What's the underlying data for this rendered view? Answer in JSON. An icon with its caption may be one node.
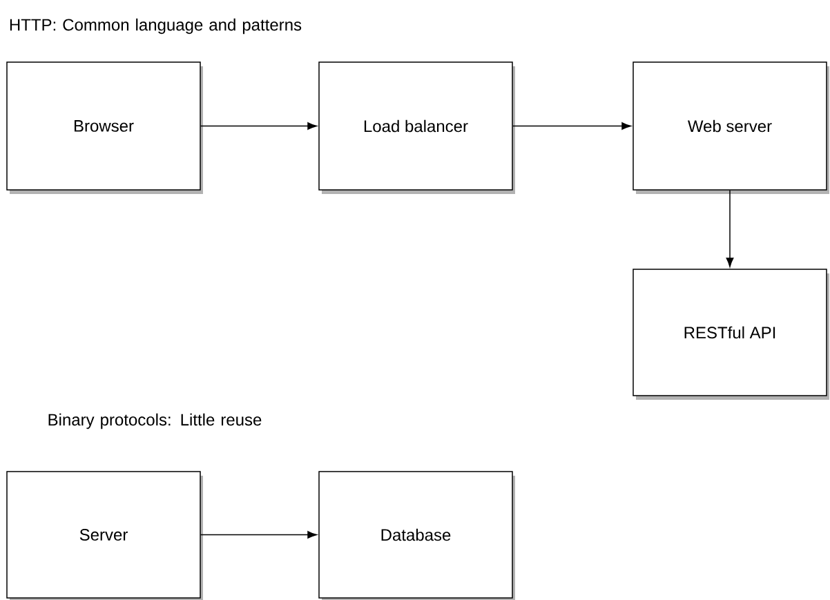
{
  "diagram": {
    "nodes": [
      {
        "text": [
          "Browser"
        ]
      },
      {
        "text": [
          "Load balancer"
        ]
      },
      {
        "text": [
          "Web server"
        ]
      },
      {
        "text": [
          "RESTful API"
        ]
      },
      {
        "text": [
          "Server"
        ]
      },
      {
        "text": [
          "Database"
        ]
      }
    ],
    "edges": [
      {
        "from": 0,
        "to": 1,
        "arrow": "to"
      },
      {
        "from": 1,
        "to": 2,
        "arrow": "to"
      },
      {
        "from": 2,
        "to": 3,
        "arrow": "to"
      },
      {
        "from": 4,
        "to": 5,
        "arrow": "to"
      }
    ],
    "labels": [
      "HTTP: Common language and patterns",
      "Binary protocols: Little reuse"
    ]
  }
}
